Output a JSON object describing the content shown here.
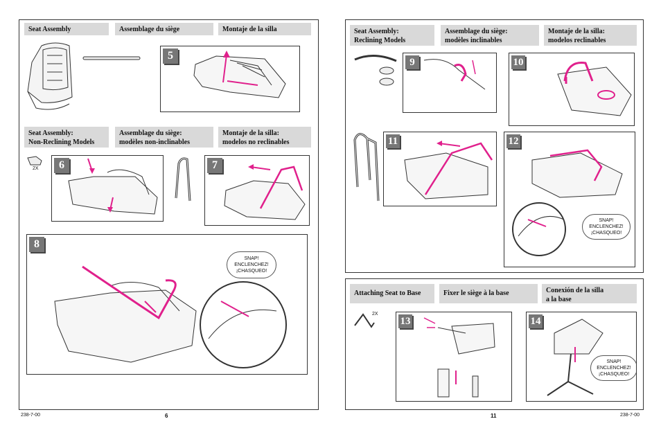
{
  "left_page": {
    "sections": {
      "seat_assembly": {
        "en": "Seat Assembly",
        "fr": "Assemblage du siège",
        "es": "Montaje de la silla"
      },
      "non_reclining": {
        "en": "Seat Assembly:\nNon-Reclining Models",
        "fr": "Assemblage du siège:\nmodèles non-inclinables",
        "es": "Montaje de la silla:\nmodelos no reclinables"
      }
    },
    "steps": [
      "5",
      "6",
      "7",
      "8"
    ],
    "quantity": "2X",
    "snap_text": "SNAP!\nENCLENCHEZ!\n¡CHASQUEO!",
    "doc_code": "238-7-00",
    "page_number": "6"
  },
  "right_page": {
    "sections": {
      "reclining": {
        "en": "Seat Assembly:\nReclining Models",
        "fr": "Assemblage du siège:\nmodèles inclinables",
        "es": "Montaje de la silla:\nmodelos reclinables"
      },
      "attaching": {
        "en": "Attaching Seat to Base",
        "fr": "Fixer le siège à la base",
        "es": "Conexión de la silla\na la base"
      }
    },
    "steps": [
      "9",
      "10",
      "11",
      "12",
      "13",
      "14"
    ],
    "quantity": "2X",
    "snap_text": "SNAP!\nENCLENCHEZ!\n¡CHASQUEO!",
    "doc_code": "238-7-00",
    "page_number": "11"
  },
  "colors": {
    "accent": "#e0208c",
    "header_bg": "#d9d9d9",
    "badge": "#777777"
  }
}
